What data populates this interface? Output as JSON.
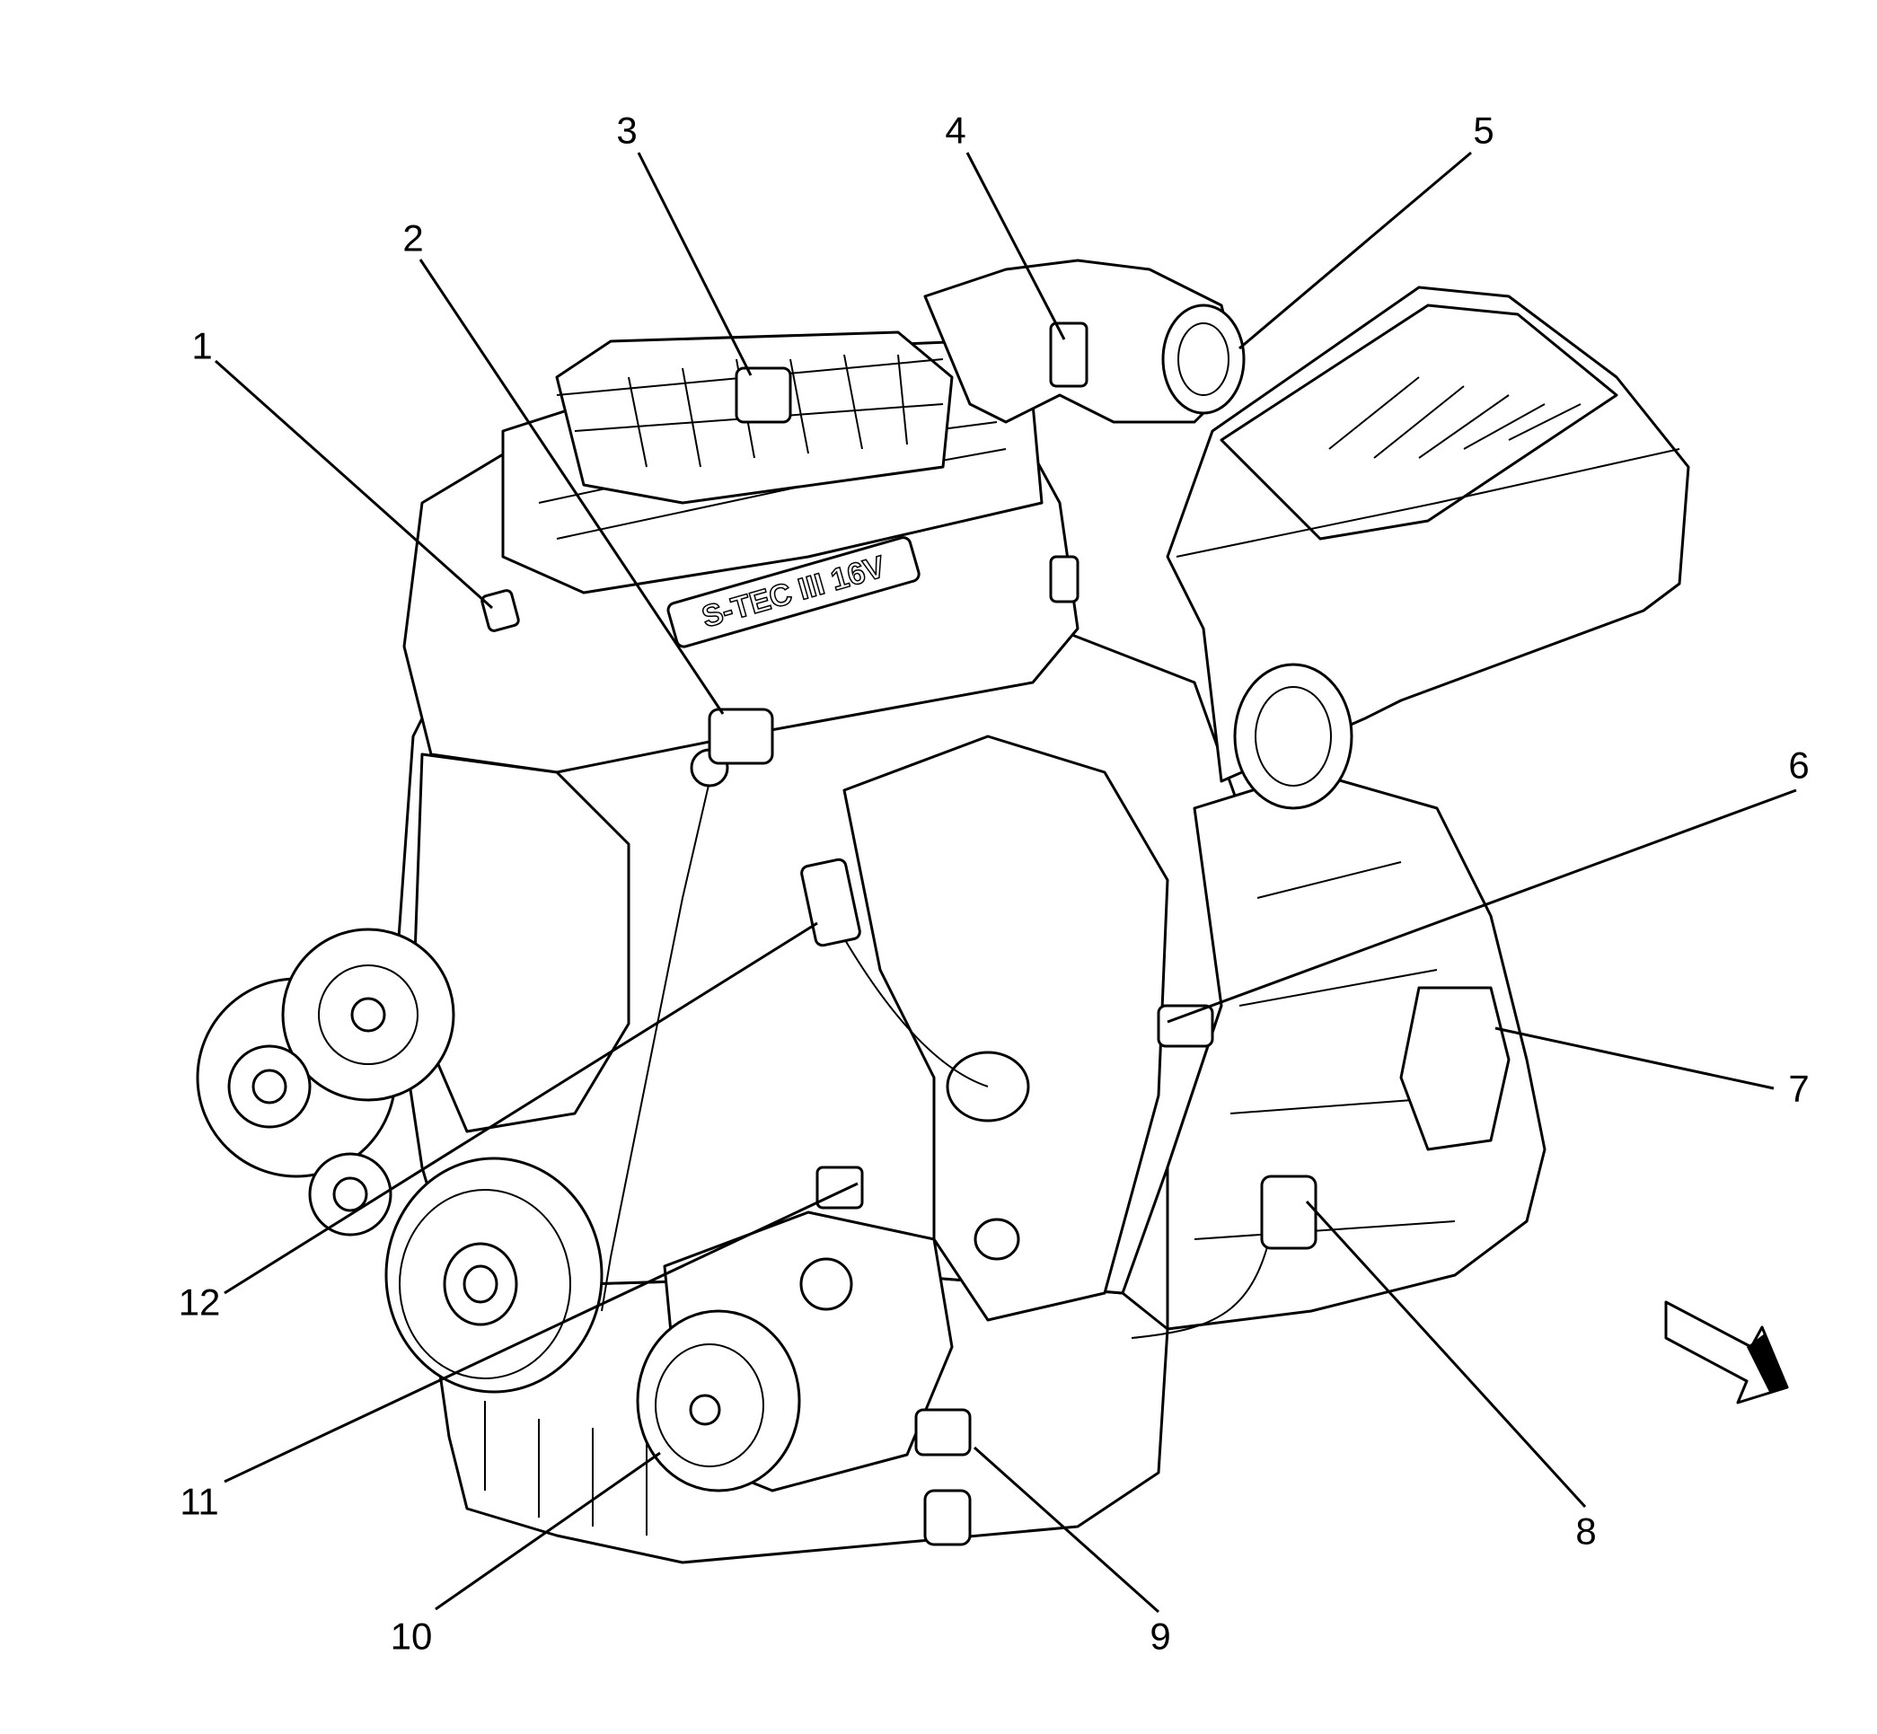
{
  "callouts": [
    {
      "id": "1",
      "label": "1"
    },
    {
      "id": "2",
      "label": "2"
    },
    {
      "id": "3",
      "label": "3"
    },
    {
      "id": "4",
      "label": "4"
    },
    {
      "id": "5",
      "label": "5"
    },
    {
      "id": "6",
      "label": "6"
    },
    {
      "id": "7",
      "label": "7"
    },
    {
      "id": "8",
      "label": "8"
    },
    {
      "id": "9",
      "label": "9"
    },
    {
      "id": "10",
      "label": "10"
    },
    {
      "id": "11",
      "label": "11"
    },
    {
      "id": "12",
      "label": "12"
    }
  ],
  "engine_badge": "S-TEC III 16V",
  "colors": {
    "ink": "#000000",
    "paper": "#ffffff"
  },
  "icons": {
    "direction": "view-direction-arrow-icon"
  }
}
